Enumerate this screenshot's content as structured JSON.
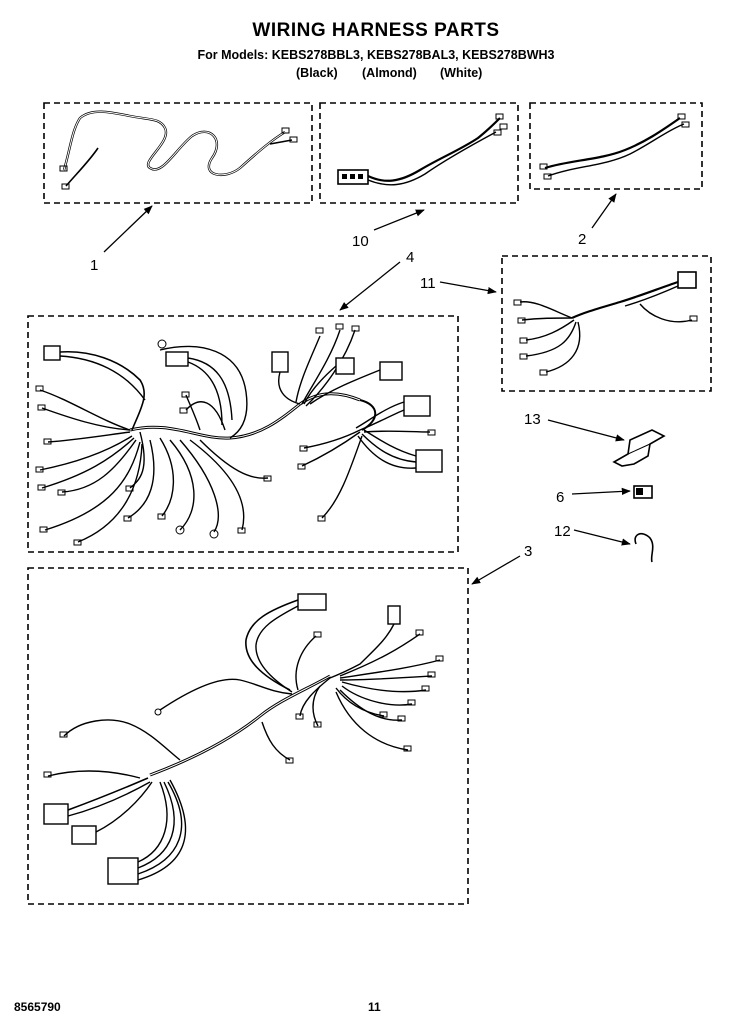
{
  "header": {
    "title": "WIRING HARNESS PARTS",
    "models": "For Models: KEBS278BBL3, KEBS278BAL3, KEBS278BWH3",
    "variants": [
      "(Black)",
      "(Almond)",
      "(White)"
    ]
  },
  "callouts": {
    "c1": "1",
    "c10": "10",
    "c2": "2",
    "c4": "4",
    "c11": "11",
    "c13": "13",
    "c6": "6",
    "c12": "12",
    "c3": "3"
  },
  "footer": {
    "doc_number": "8565790",
    "page_number": "11"
  }
}
